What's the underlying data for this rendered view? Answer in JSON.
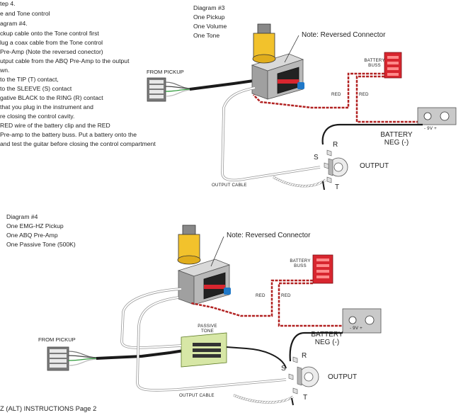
{
  "instructions_top": [
    "tep 4.",
    "e and Tone control",
    "agram #4.",
    "ckup cable onto the Tone control first",
    "lug a coax cable from the  Tone control",
    "Pre-Amp (Note the reversed conector)",
    "utput cable from the ABQ Pre-Amp to the output",
    "wn.",
    " to the TIP (T) contact,",
    " to the SLEEVE (S) contact",
    "gative BLACK to the RING (R) contact",
    " that you plug in the instrument and",
    "re closing the control cavity.",
    " RED wire of the battery clip and the RED",
    "Pre-amp to the battery buss. Put a battery onto the",
    "  and test the guitar before closing the control compartment"
  ],
  "diagram3": {
    "header": [
      "Diagram #3",
      "One Pickup",
      "One Volume",
      "One Tone"
    ],
    "note": "Note: Reversed Connector",
    "from_pickup": "FROM PICKUP",
    "battery_buss": [
      "BATTERY",
      "BUSS"
    ],
    "red_left": "RED",
    "red_right": "RED",
    "battery_neg": [
      "BATTERY",
      "NEG (-)"
    ],
    "battery_text": "- 9V +",
    "output_cable": "OUTPUT CABLE",
    "output": "OUTPUT",
    "s": "S",
    "r": "R",
    "t": "T"
  },
  "diagram4": {
    "header": [
      "Diagram #4",
      "One EMG-HZ Pickup",
      "One ABQ Pre-Amp",
      "One Passive Tone (500K)"
    ],
    "note": "Note: Reversed Connector",
    "from_pickup": "FROM PICKUP",
    "battery_buss": [
      "BATTERY",
      "BUSS"
    ],
    "red_left": "RED",
    "red_right": "RED",
    "battery_neg": [
      "BATTERY",
      "NEG (-)"
    ],
    "battery_text": "- 9V +",
    "passive_tone": [
      "PASSIVE",
      "TONE"
    ],
    "output_cable": "OUTPUT CABLE",
    "output": "OUTPUT",
    "s": "S",
    "r": "R",
    "t": "T"
  },
  "footer": "Z (ALT) INSTRUCTIONS Page 2",
  "colors": {
    "red_wire": "#b22222",
    "buss_red": "#d8262f",
    "pot_yellow": "#f2c22c",
    "passive_tone_green": "#d7e7a6",
    "battery_gray": "#c9c9c9",
    "blue_knob": "#1f78c8"
  }
}
